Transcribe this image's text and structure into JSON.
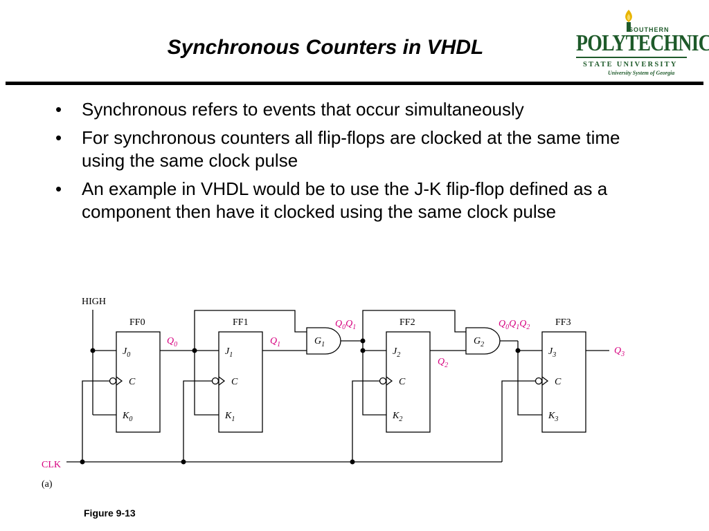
{
  "slide": {
    "title": "Synchronous Counters in VHDL",
    "bullets": [
      {
        "marker": "•",
        "text": "Synchronous refers to events that occur simultaneously"
      },
      {
        "marker": "•",
        "text": "For synchronous counters all flip-flops are clocked at the same time using the same clock pulse"
      },
      {
        "marker": "•",
        "text": "An example in VHDL would be to use the J-K flip-flop defined as a component then have it clocked using the same clock pulse"
      }
    ],
    "figure_label": "Figure 9-13"
  },
  "logo": {
    "small_text": "SOUTHERN",
    "name": "POLYTECHNIC",
    "subtitle": "STATE UNIVERSITY",
    "tagline": "University System of Georgia",
    "color": "#1e5a2a"
  },
  "circuit": {
    "high_label": "HIGH",
    "clk_label": "CLK",
    "caption": "(a)",
    "signal_color": "#d6007f",
    "ff_names": [
      "FF0",
      "FF1",
      "FF2",
      "FF3"
    ],
    "j_labels": [
      "J",
      "J",
      "J",
      "J"
    ],
    "k_labels": [
      "K",
      "K",
      "K",
      "K"
    ],
    "c_labels": [
      "C",
      "C",
      "C",
      "C"
    ],
    "subscripts": [
      "0",
      "1",
      "2",
      "3"
    ],
    "gates": [
      "G",
      "G"
    ],
    "gate_subscripts": [
      "1",
      "2"
    ],
    "q_letter": "Q"
  }
}
